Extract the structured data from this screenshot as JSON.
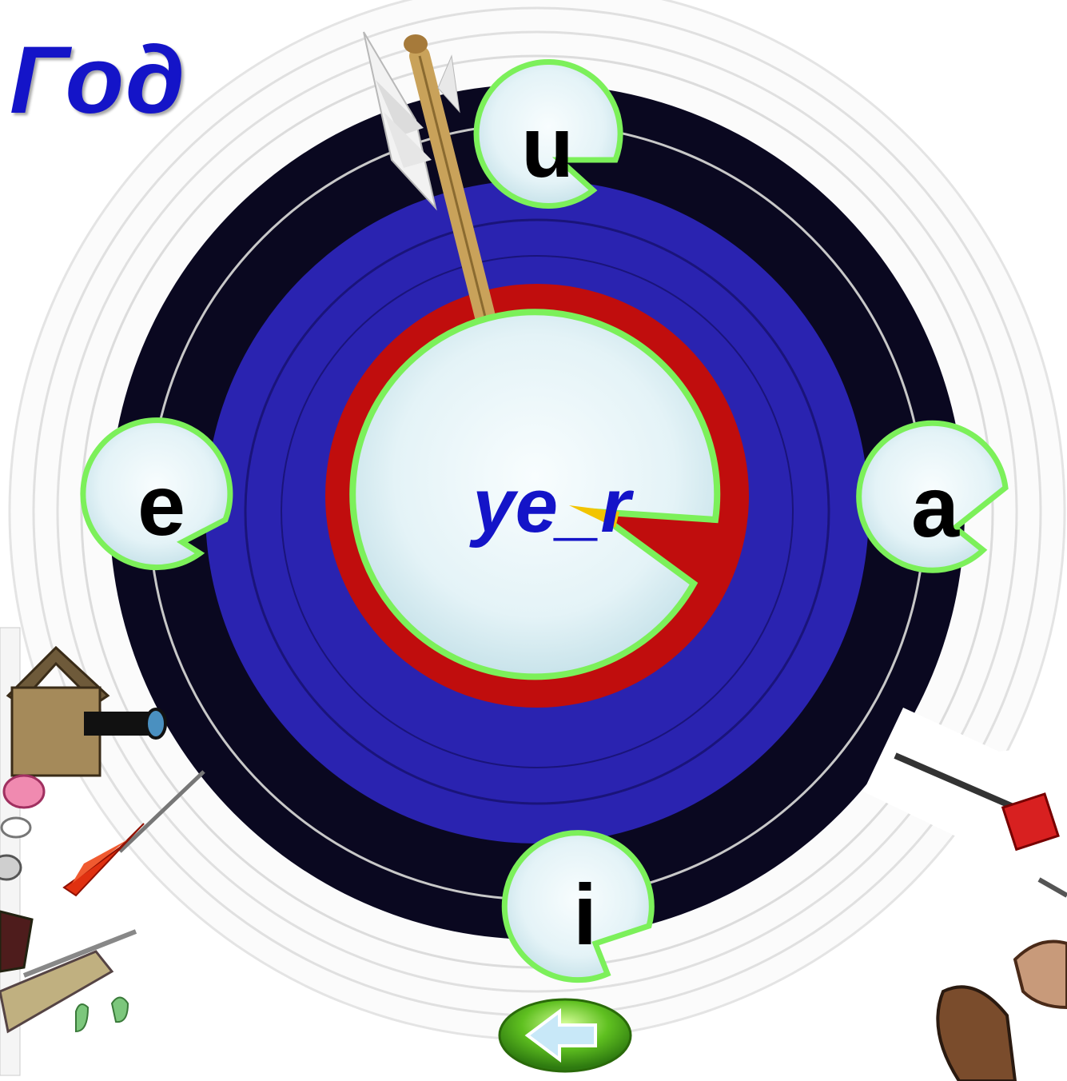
{
  "title": "Год",
  "word": "ye_r",
  "options": [
    {
      "letter": "u",
      "position": "top"
    },
    {
      "letter": "e",
      "position": "left"
    },
    {
      "letter": "a",
      "position": "right"
    },
    {
      "letter": "i",
      "position": "bottom"
    }
  ],
  "back_button": {
    "icon": "back-arrow-icon"
  },
  "colors": {
    "title": "#1414c8",
    "word": "#1414c8",
    "bubble_border": "#7cf05a",
    "target_black": "#0a0820",
    "target_blue": "#2a23b0",
    "target_red": "#c00d0d"
  }
}
